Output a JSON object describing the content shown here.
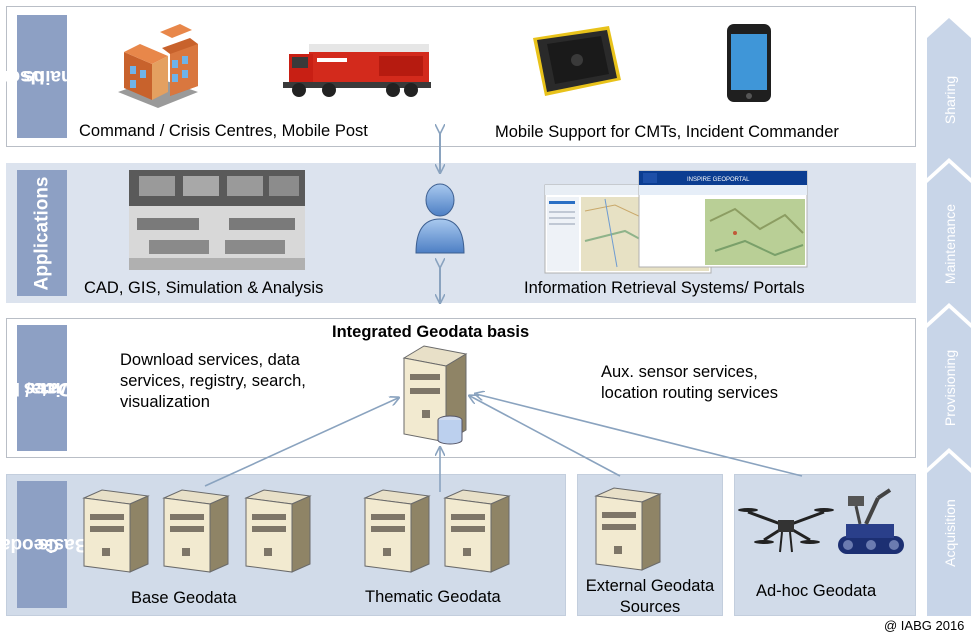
{
  "layers": {
    "user_domains": {
      "label_line1": "User,",
      "label_line2": "Domains",
      "caption_left": "Command / Crisis Centres, Mobile Post",
      "caption_right": "Mobile Support for CMTs, Incident Commander"
    },
    "applications": {
      "label": "Applications",
      "caption_left": "CAD, GIS, Simulation & Analysis",
      "caption_right": "Information Retrieval Systems/ Portals"
    },
    "services": {
      "label_line1": "Data/ Netw.",
      "label_line2": "Services",
      "title": "Integrated Geodata basis",
      "left_text": [
        "Download services, data",
        "services, registry, search,",
        "visualization"
      ],
      "right_text": [
        "Aux. sensor services,",
        "location routing services"
      ]
    },
    "geodata": {
      "label_line1": "Geodata",
      "label_line2": "Basis",
      "base": "Base Geodata",
      "thematic": "Thematic Geodata",
      "external_line1": "External Geodata",
      "external_line2": "Sources",
      "adhoc": "Ad-hoc Geodata"
    }
  },
  "lifecycle": [
    "Sharing",
    "Maintenance",
    "Provisioning",
    "Acquisition"
  ],
  "portal_banner": "INSPIRE GEOPORTAL",
  "copyright": "@ IABG 2016",
  "colors": {
    "label_bg": "#8da0c4",
    "band_blue": "#dce3ee",
    "chevron": "#c8d5e8",
    "arrow": "#8aa3bf"
  }
}
